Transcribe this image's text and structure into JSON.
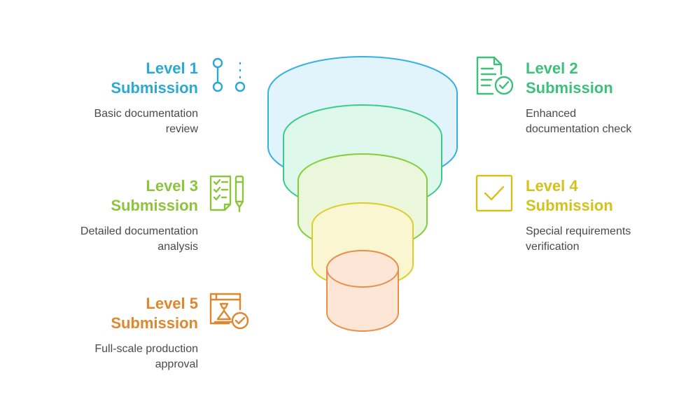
{
  "levels": [
    {
      "line1": "Level 1",
      "line2": "Submission",
      "desc1": "Basic documentation",
      "desc2": "review",
      "color": "#2aa9d6",
      "icon": "stepper-dots-icon"
    },
    {
      "line1": "Level 2",
      "line2": "Submission",
      "desc1": "Enhanced",
      "desc2": "documentation check",
      "color": "#3cc07a",
      "icon": "document-check-icon"
    },
    {
      "line1": "Level 3",
      "line2": "Submission",
      "desc1": "Detailed documentation",
      "desc2": "analysis",
      "color": "#8cc43c",
      "icon": "checklist-pen-icon"
    },
    {
      "line1": "Level 4",
      "line2": "Submission",
      "desc1": "Special requirements",
      "desc2": "verification",
      "color": "#d4c21c",
      "icon": "checkbox-tick-icon"
    },
    {
      "line1": "Level 5",
      "line2": "Submission",
      "desc1": "Full-scale production",
      "desc2": "approval",
      "color": "#e0862e",
      "icon": "production-approval-icon"
    }
  ],
  "funnel_colors": {
    "strokes": [
      "#36b0e0",
      "#3ccb8a",
      "#84cc3c",
      "#d9cf28",
      "#e8904a"
    ],
    "fills": [
      "#e2f4fb",
      "#def8ec",
      "#eaf7da",
      "#fbf6d2",
      "#fde6d6"
    ]
  }
}
